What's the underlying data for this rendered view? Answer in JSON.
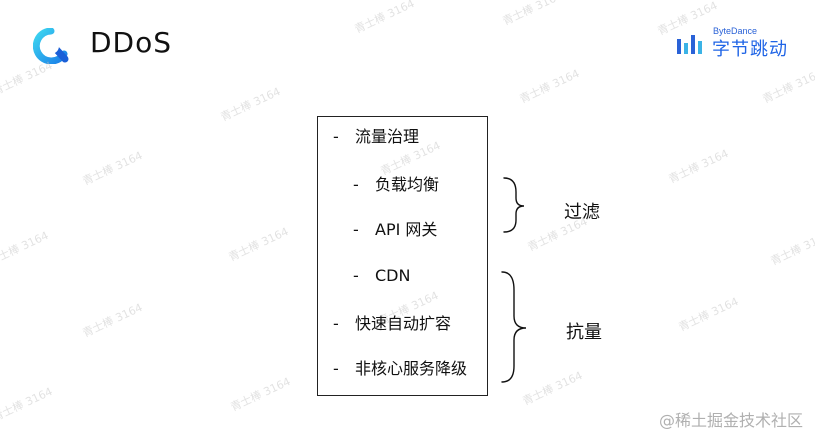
{
  "header": {
    "title": "DDoS",
    "logo_icon": "q-logo-icon"
  },
  "brand": {
    "en": "ByteDance",
    "cn": "字节跳动",
    "icon": "bytedance-bars-icon",
    "color": "#1f64e6"
  },
  "diagram": {
    "items": [
      {
        "text": "流量治理"
      },
      {
        "text": "负载均衡"
      },
      {
        "text": "API 网关"
      },
      {
        "text": "CDN"
      },
      {
        "text": "快速自动扩容"
      },
      {
        "text": "非核心服务降级"
      }
    ],
    "dash": "-",
    "groups": [
      {
        "label": "过滤"
      },
      {
        "label": "抗量"
      }
    ]
  },
  "watermark": {
    "text": "青士棒 3164"
  },
  "footer": {
    "credit": "@稀土掘金技术社区"
  }
}
